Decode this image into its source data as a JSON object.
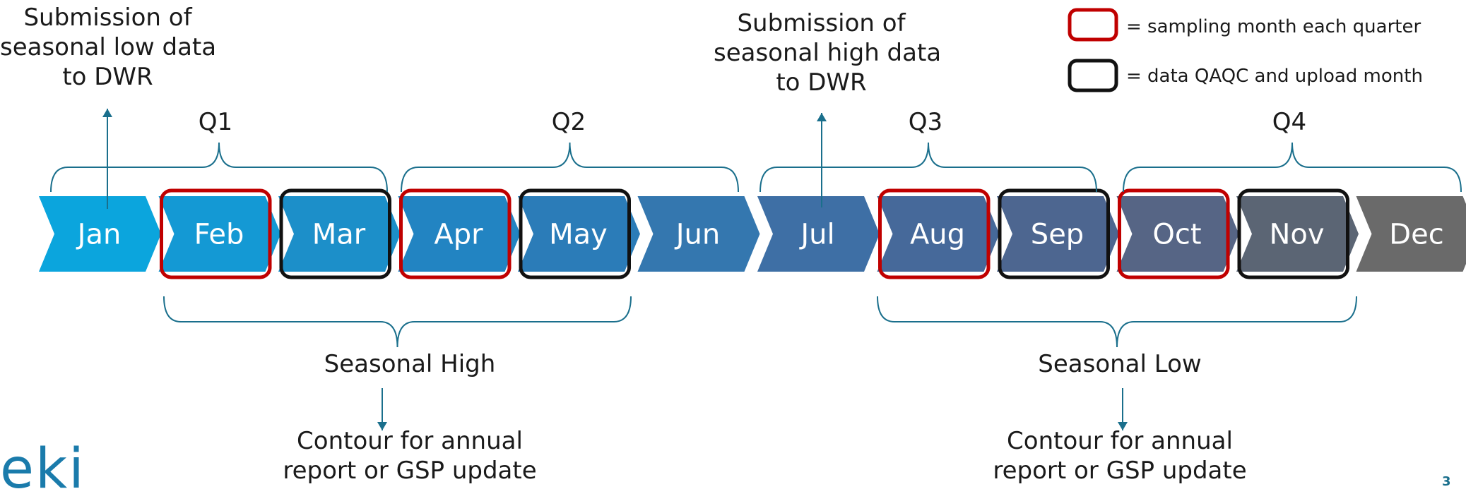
{
  "months": [
    {
      "label": "Jan",
      "color": "#0ba5dd",
      "box": ""
    },
    {
      "label": "Feb",
      "color": "#1499d4",
      "box": "sampling"
    },
    {
      "label": "Mar",
      "color": "#1c8fc9",
      "box": "qaqc"
    },
    {
      "label": "Apr",
      "color": "#2284c2",
      "box": "sampling"
    },
    {
      "label": "May",
      "color": "#2b7cb8",
      "box": "qaqc"
    },
    {
      "label": "Jun",
      "color": "#3477af",
      "box": ""
    },
    {
      "label": "Jul",
      "color": "#3e6fa5",
      "box": ""
    },
    {
      "label": "Aug",
      "color": "#46699a",
      "box": "sampling"
    },
    {
      "label": "Sep",
      "color": "#4d6690",
      "box": "qaqc"
    },
    {
      "label": "Oct",
      "color": "#566585",
      "box": "sampling"
    },
    {
      "label": "Nov",
      "color": "#5b6574",
      "box": "qaqc"
    },
    {
      "label": "Dec",
      "color": "#6a6a6a",
      "box": ""
    }
  ],
  "quarters": [
    "Q1",
    "Q2",
    "Q3",
    "Q4"
  ],
  "seasons": {
    "high": "Seasonal High",
    "low": "Seasonal Low"
  },
  "submission_low": [
    "Submission of",
    "seasonal low data",
    "to DWR"
  ],
  "submission_high": [
    "Submission of",
    "seasonal high data",
    "to DWR"
  ],
  "contour": [
    "Contour for annual",
    "report or GSP update"
  ],
  "legend": {
    "sampling": "= sampling month each quarter",
    "qaqc": "= data QAQC and upload month",
    "sampling_color": "#c00000",
    "qaqc_color": "#111111"
  },
  "logo": "eki",
  "page_number": "3",
  "colors": {
    "bracket": "#1a6f8c",
    "arrow": "#1a6f8c"
  }
}
